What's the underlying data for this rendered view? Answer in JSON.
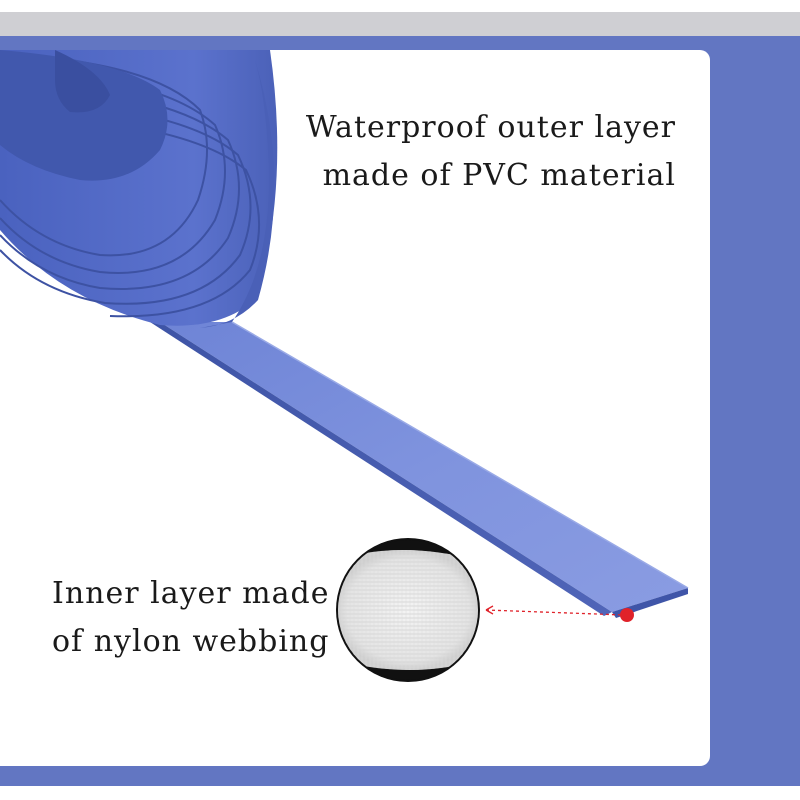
{
  "colors": {
    "frame": "#6276c2",
    "tape": "#5b73cc",
    "tape_light": "#7b8fdb",
    "tape_dark": "#3f55a8",
    "marker": "#e0222a",
    "top_bar": "#cfcfd3"
  },
  "captions": {
    "outer_layer": {
      "line1": "Waterproof outer layer",
      "line2": "made of PVC material"
    },
    "inner_layer": {
      "line1": "Inner layer made",
      "line2": "of nylon webbing"
    }
  }
}
